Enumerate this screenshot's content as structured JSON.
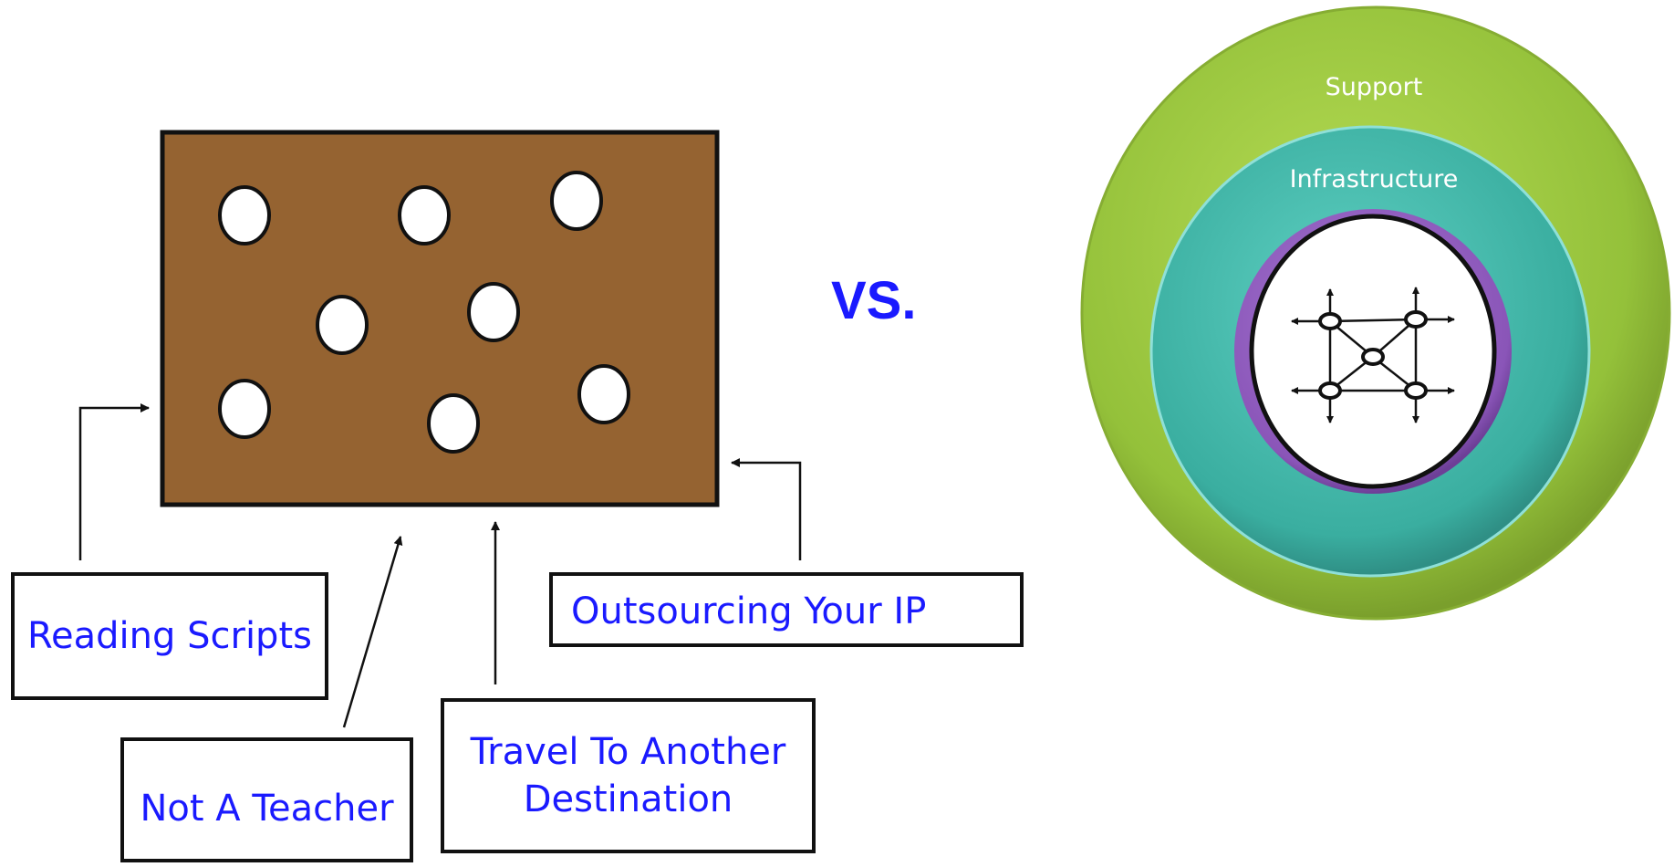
{
  "left_diagram": {
    "boxes": {
      "reading_scripts": "Reading Scripts",
      "not_a_teacher": "Not A Teacher",
      "travel_line1": "Travel To Another",
      "travel_line2": "Destination",
      "outsourcing_ip": "Outsourcing Your IP"
    },
    "colors": {
      "board": "#956331",
      "label_text": "#1a1aff"
    }
  },
  "versus": "VS.",
  "right_diagram": {
    "rings": {
      "outer_label": "Support",
      "middle_label": "Infrastructure"
    },
    "colors": {
      "outer": "#9cc53a",
      "middle": "#3fb7a8",
      "inner_ring": "#8a55b8",
      "core": "#ffffff"
    }
  }
}
